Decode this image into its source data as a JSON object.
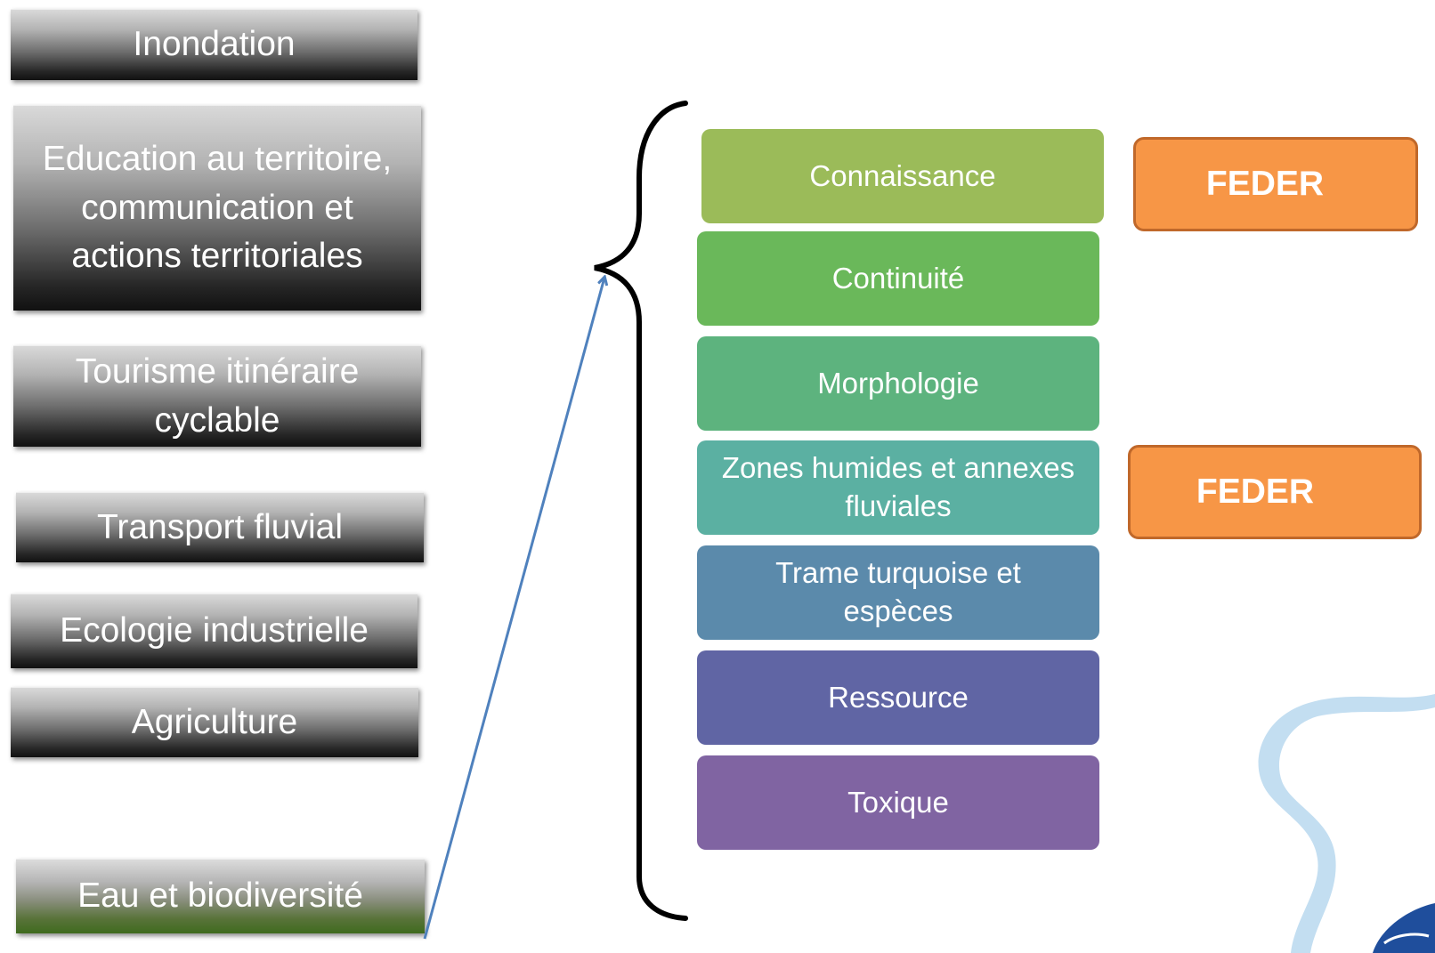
{
  "themes": {
    "inondation": "Inondation",
    "education": "Education au territoire, communication et actions territoriales",
    "tourisme": "Tourisme itinéraire cyclable",
    "transport": "Transport fluvial",
    "ecologie": "Ecologie industrielle",
    "agriculture": "Agriculture",
    "eau": "Eau et biodiversité"
  },
  "subthemes": {
    "connaissance": "Connaissance",
    "continuite": "Continuité",
    "morphologie": "Morphologie",
    "zones": "Zones humides et annexes fluviales",
    "trame": "Trame turquoise et espèces",
    "ressource": "Ressource",
    "toxique": "Toxique"
  },
  "feder_labels": {
    "first": "FEDER",
    "second": "FEDER"
  },
  "colors": {
    "connaissance": "#9bbb59",
    "continuite": "#6ab85a",
    "morphologie": "#5db37e",
    "zones": "#5bb0a2",
    "trame": "#5b8aab",
    "ressource": "#6065a4",
    "toxique": "#8064a2",
    "feder": "#f79646",
    "arrow": "#4f81bd",
    "river": "#b8d8ee"
  }
}
